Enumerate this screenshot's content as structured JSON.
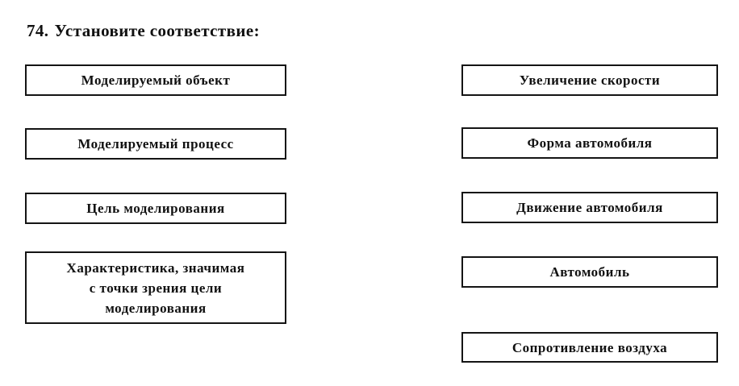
{
  "page": {
    "background_color": "#ffffff",
    "text_color": "#111111",
    "box_border_color": "#141414"
  },
  "heading": {
    "number": "74.",
    "text": "Установите соответствие:"
  },
  "left_column": {
    "items": [
      {
        "lines": [
          "Моделируемый объект"
        ]
      },
      {
        "lines": [
          "Моделируемый процесс"
        ]
      },
      {
        "lines": [
          "Цель моделирования"
        ]
      },
      {
        "lines": [
          "Характеристика, значимая",
          "с точки зрения цели",
          "моделирования"
        ]
      }
    ]
  },
  "right_column": {
    "items": [
      {
        "lines": [
          "Увеличение скорости"
        ]
      },
      {
        "lines": [
          "Форма автомобиля"
        ]
      },
      {
        "lines": [
          "Движение автомобиля"
        ]
      },
      {
        "lines": [
          "Автомобиль"
        ]
      },
      {
        "lines": [
          "Сопротивление воздуха"
        ]
      }
    ]
  }
}
